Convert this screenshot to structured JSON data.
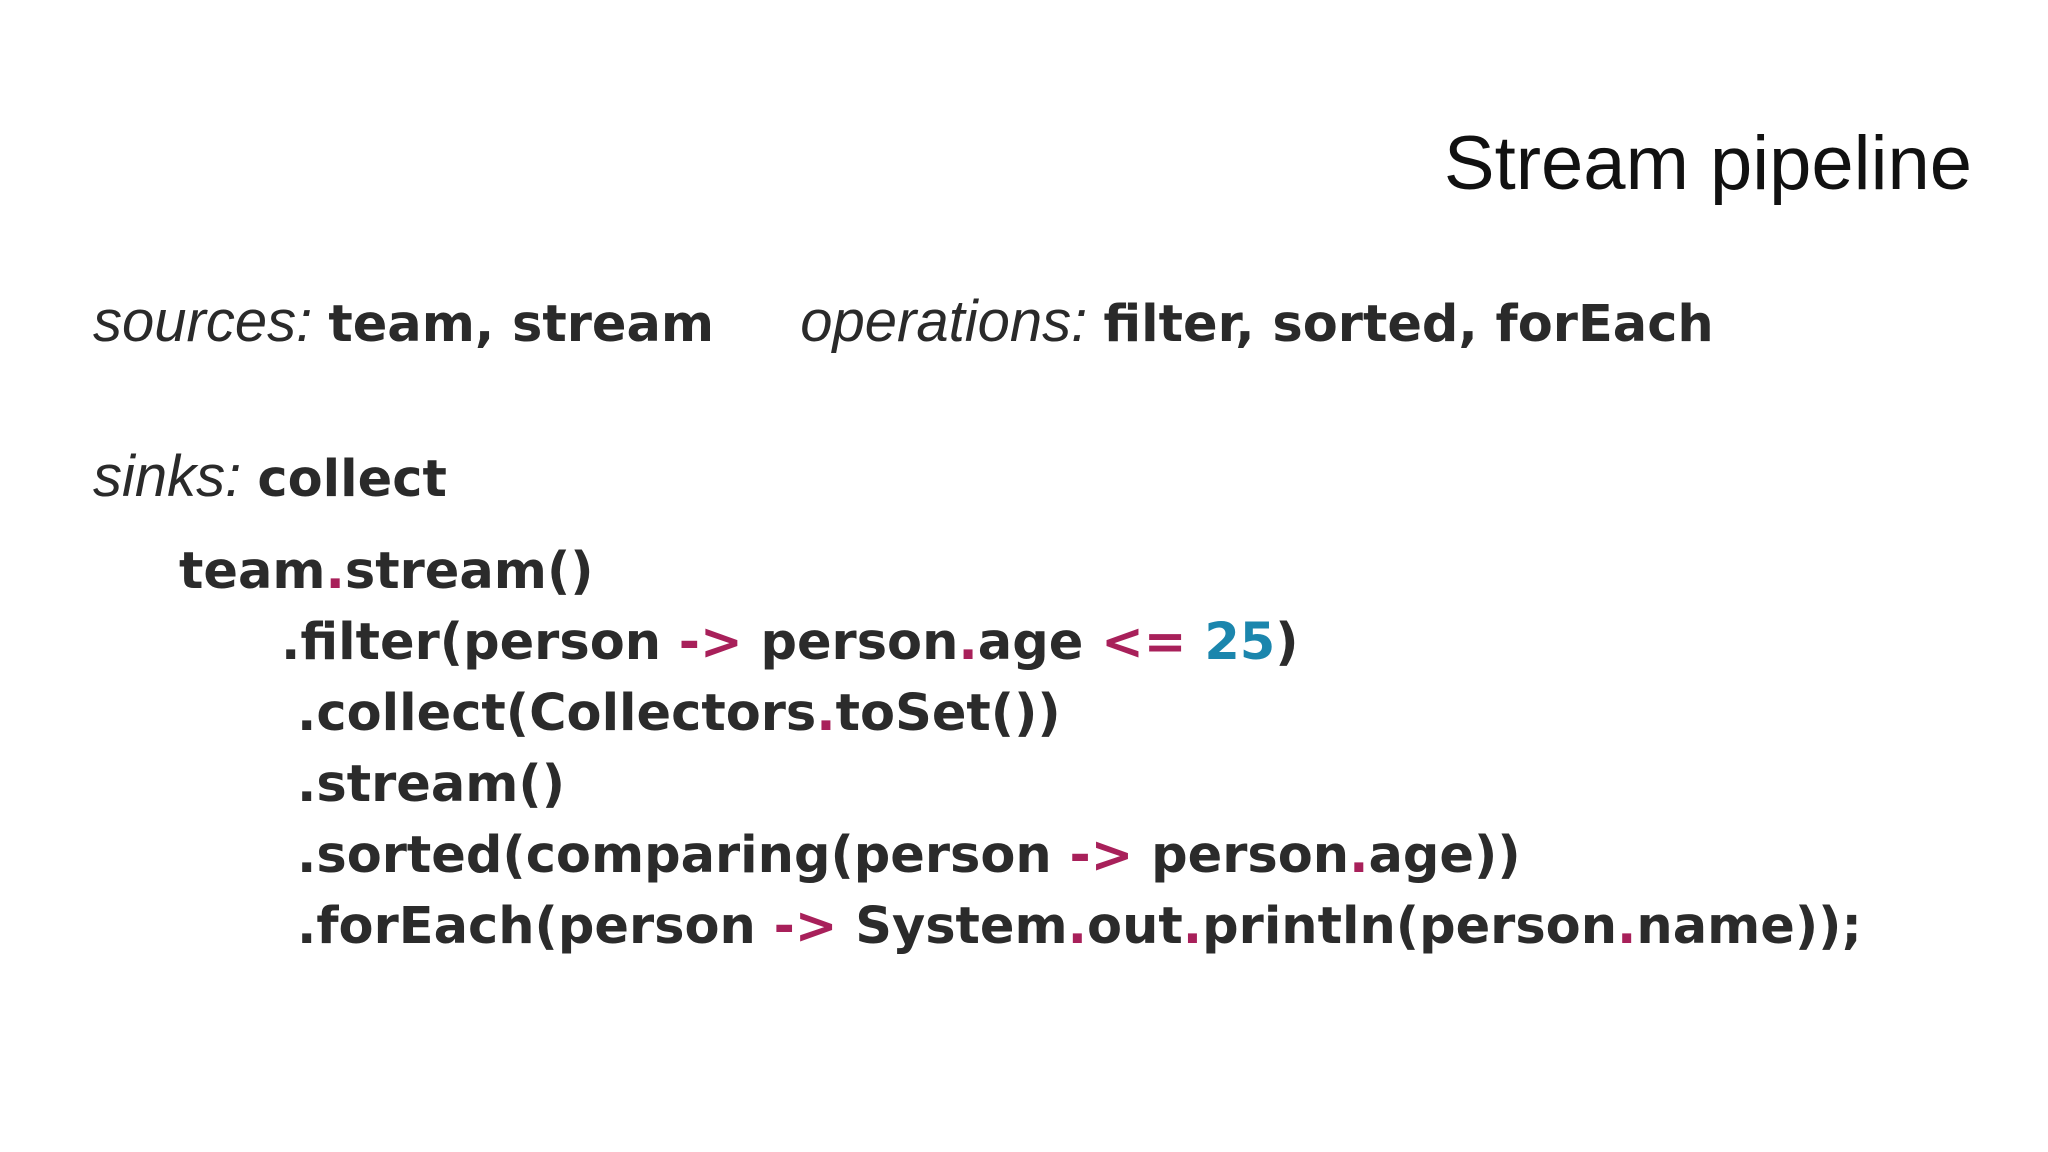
{
  "slide": {
    "title": "Stream pipeline",
    "sources_term": "sources:",
    "sources_values": "team, stream",
    "operations_term": "operations:",
    "operations_values": "filter, sorted, forEach",
    "sinks_term": "sinks:",
    "sinks_values": "collect"
  },
  "code": {
    "lines": [
      [
        {
          "t": "team",
          "c": "plain"
        },
        {
          "t": ".",
          "c": "op"
        },
        {
          "t": "stream()",
          "c": "plain"
        }
      ],
      [
        {
          "t": ".filter(person ",
          "c": "plain"
        },
        {
          "t": "->",
          "c": "op"
        },
        {
          "t": " person",
          "c": "plain"
        },
        {
          "t": ".",
          "c": "op"
        },
        {
          "t": "age ",
          "c": "plain"
        },
        {
          "t": "<=",
          "c": "op"
        },
        {
          "t": " ",
          "c": "plain"
        },
        {
          "t": "25",
          "c": "num"
        },
        {
          "t": ")",
          "c": "plain"
        }
      ],
      [
        {
          "t": ".collect(Collectors",
          "c": "plain"
        },
        {
          "t": ".",
          "c": "op"
        },
        {
          "t": "toSet())",
          "c": "plain"
        }
      ],
      [
        {
          "t": ".stream()",
          "c": "plain"
        }
      ],
      [
        {
          "t": ".sorted(comparing(person ",
          "c": "plain"
        },
        {
          "t": "->",
          "c": "op"
        },
        {
          "t": " person",
          "c": "plain"
        },
        {
          "t": ".",
          "c": "op"
        },
        {
          "t": "age))",
          "c": "plain"
        }
      ],
      [
        {
          "t": ".forEach(person ",
          "c": "plain"
        },
        {
          "t": "->",
          "c": "op"
        },
        {
          "t": " System",
          "c": "plain"
        },
        {
          "t": ".",
          "c": "op"
        },
        {
          "t": "out",
          "c": "plain"
        },
        {
          "t": ".",
          "c": "op"
        },
        {
          "t": "println(person",
          "c": "plain"
        },
        {
          "t": ".",
          "c": "op"
        },
        {
          "t": "name));",
          "c": "plain"
        }
      ]
    ]
  },
  "colors": {
    "operator": "#a8205a",
    "number": "#1b86ad",
    "text": "#2b2b2b"
  }
}
